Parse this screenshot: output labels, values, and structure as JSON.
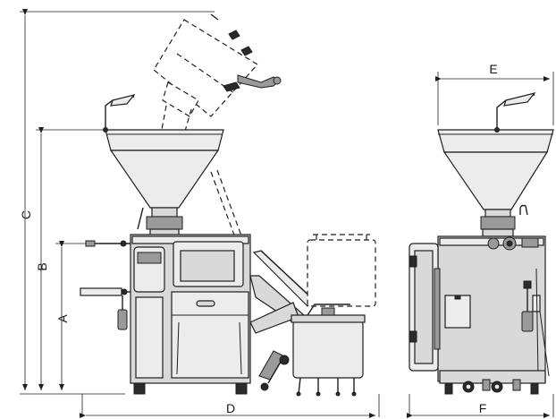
{
  "dimensions": {
    "A": "A",
    "B": "B",
    "C": "C",
    "D": "D",
    "E": "E",
    "F": "F"
  }
}
